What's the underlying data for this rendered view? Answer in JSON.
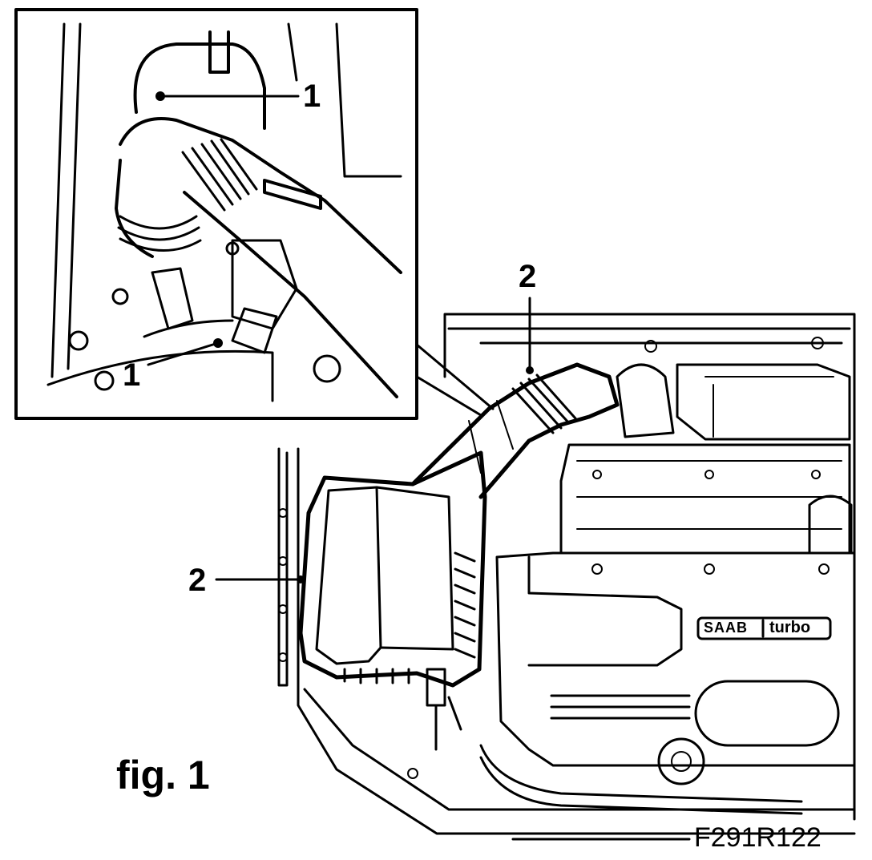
{
  "figure_label": "fig. 1",
  "drawing_code": "F291R122",
  "callouts": {
    "inset_upper": "1",
    "inset_lower": "1",
    "main_upper": "2",
    "main_left": "2"
  },
  "badge": {
    "brand": "SAAB",
    "model": "turbo"
  },
  "colors": {
    "ink": "#000000",
    "paper": "#ffffff"
  }
}
